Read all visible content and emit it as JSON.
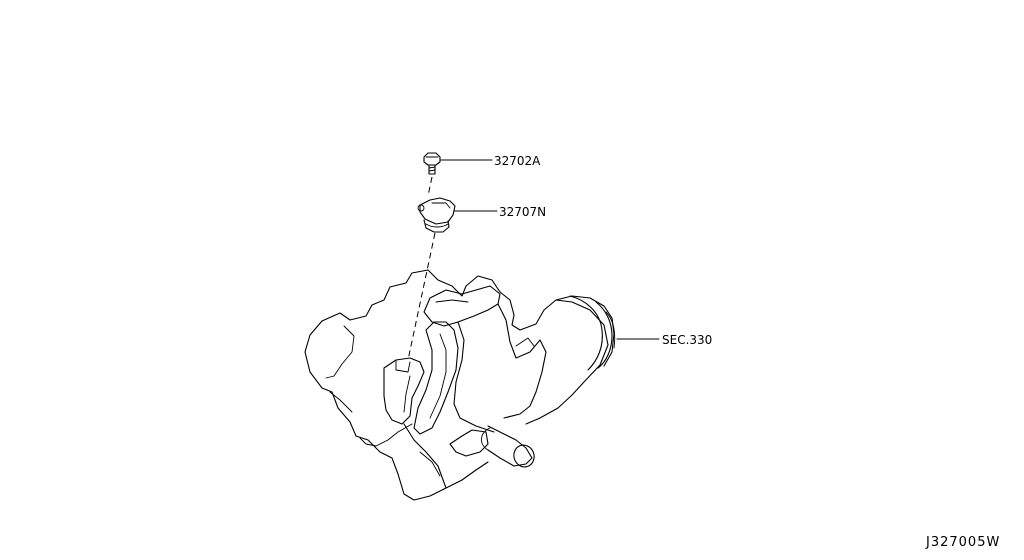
{
  "parts": {
    "bolt": {
      "number": "32702A"
    },
    "sensor": {
      "number": "32707N"
    },
    "section_ref": {
      "number": "SEC.330"
    }
  },
  "diagram_code": "J327005W",
  "colors": {
    "line": "#000000",
    "background": "#ffffff"
  }
}
